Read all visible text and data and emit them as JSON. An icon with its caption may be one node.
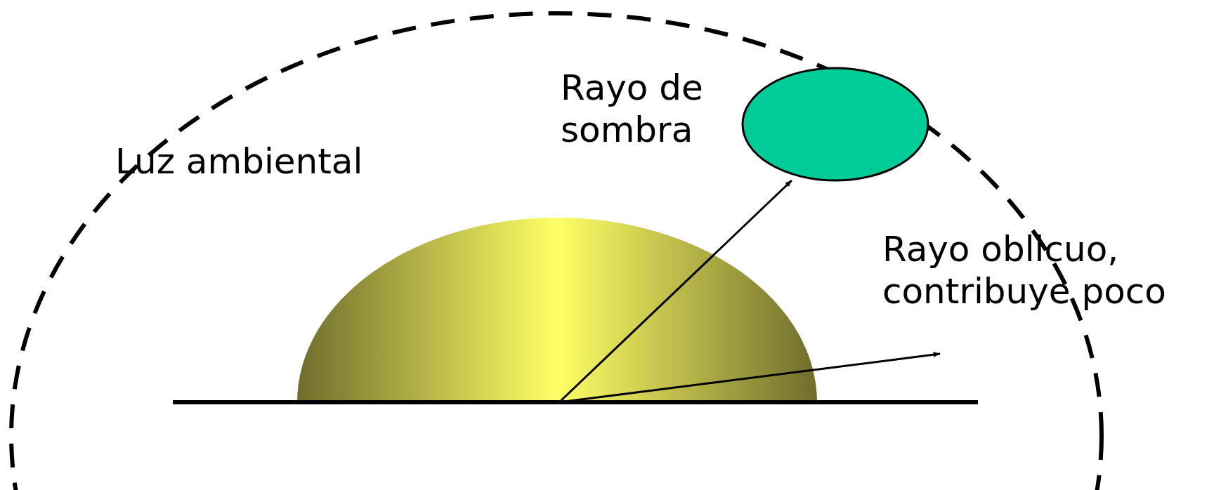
{
  "diagram": {
    "nodes": [
      {
        "text": [],
        "shape": "dome"
      },
      {
        "text": [],
        "shape": "ellipse"
      }
    ],
    "edges": [
      {
        "from": 0,
        "to": 1,
        "arrow": "to"
      },
      {
        "from": 0,
        "to": null,
        "arrow": "to"
      }
    ],
    "labels": [
      "Luz ambiental",
      "Rayo de sombra",
      "Rayo oblicuo, contribuye poco"
    ]
  }
}
